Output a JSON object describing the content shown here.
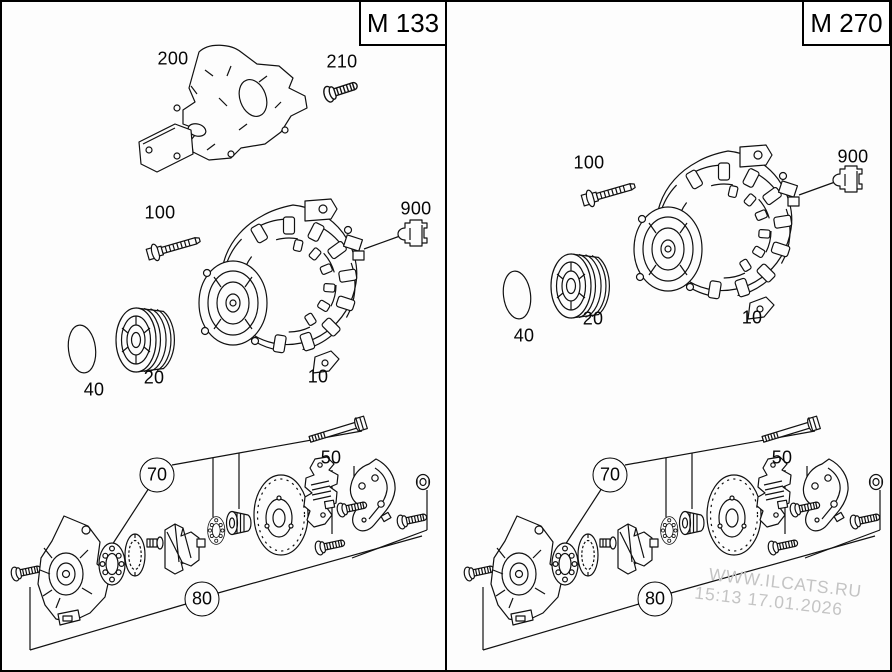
{
  "page": {
    "background": "#fdfdfd",
    "line_color": "#111111",
    "border_color": "#000000"
  },
  "panels": {
    "left": {
      "title": "M 133",
      "labels": {
        "heat_shield": "200",
        "heat_shield_bolt": "210",
        "mount_bolt": "100",
        "o_ring": "40",
        "pulley": "20",
        "alternator": "10",
        "connector": "900",
        "regulator": "50",
        "bearing_group": "70",
        "overhaul_group": "80"
      }
    },
    "right": {
      "title": "M 270",
      "labels": {
        "mount_bolt": "100",
        "o_ring": "40",
        "pulley": "20",
        "alternator": "10",
        "connector": "900",
        "regulator": "50",
        "bearing_group": "70",
        "overhaul_group": "80"
      }
    }
  },
  "watermark": {
    "line1": "WWW.ILCATS.RU",
    "line2": "15:13 17.01.2026",
    "color": "#c4c4c4"
  }
}
